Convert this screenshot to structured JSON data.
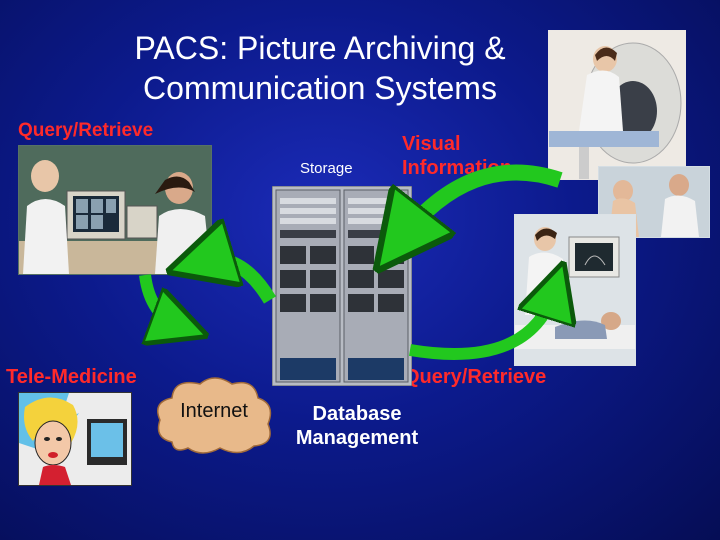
{
  "slide": {
    "title_line1": "PACS: Picture Archiving &",
    "title_line2": "Communication Systems"
  },
  "labels": {
    "query_retrieve_left": "Query/Retrieve",
    "storage": "Storage",
    "visual_information_line1": "Visual",
    "visual_information_line2": "Information",
    "tele_medicine": "Tele-Medicine",
    "internet": "Internet",
    "query_retrieve_right": "Query/Retrieve",
    "database_line1": "Database",
    "database_line2": "Management"
  },
  "colors": {
    "background": "#0c1a8c",
    "title_text": "#ffffff",
    "accent_red": "#ff2a2a",
    "arrow_green": "#22c81e",
    "cloud": "#e8b98a"
  },
  "icons": {
    "arrows": "green-curved-arrow-icon",
    "cloud": "internet-cloud-icon",
    "server": "server-rack-icon"
  }
}
